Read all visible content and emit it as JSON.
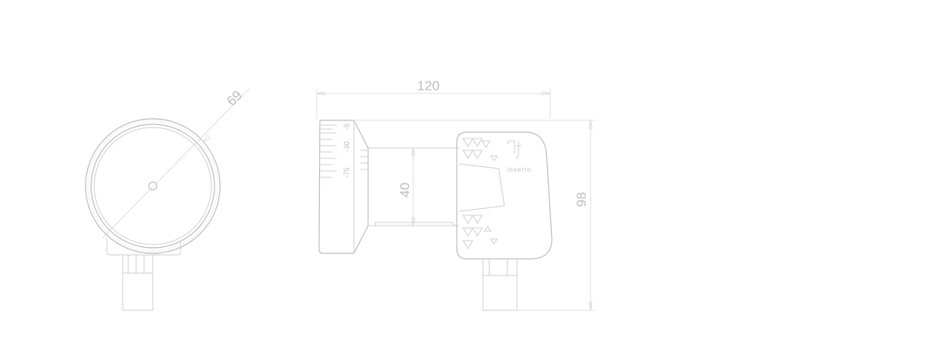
{
  "drawing": {
    "front_view": {
      "diameter_label": "69"
    },
    "side_view": {
      "length_label": "120",
      "tube_height_label": "40",
      "total_height_label": "98",
      "brand_label": "inverto",
      "scale_labels": [
        "-5",
        "-30",
        "-75"
      ]
    }
  },
  "colors": {
    "line": "#cfcfcf",
    "text": "#bcbcbc",
    "background": "#ffffff"
  }
}
